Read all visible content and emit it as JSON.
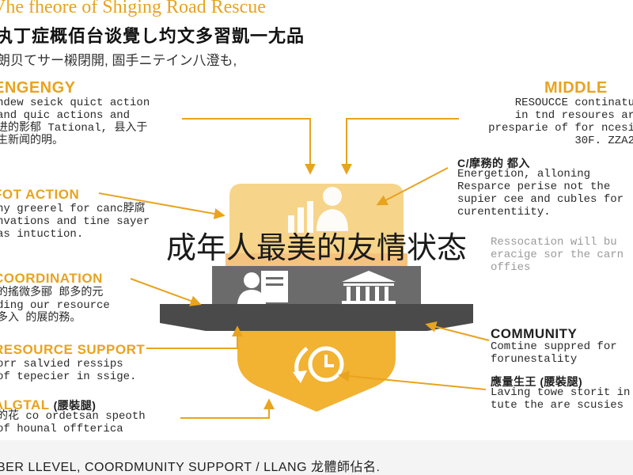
{
  "header": {
    "title": "Vhe fheore of Shiging Road Rescue",
    "subtitle": "执丁症概佰台谈覺し圴文多習凱一尢品",
    "tagline": "朗贝てサー樧閉開, 圄手ニテイン八澄も,"
  },
  "overlay_text": "成年人最美的友情状态",
  "left_sections": [
    {
      "heading": "ENGENGY",
      "lines": [
        "ndew seick quict action",
        "and quic actions and",
        "进的影郁 Tational, 县入于",
        "生新闻的明。"
      ]
    },
    {
      "heading": "FOT ACTION",
      "lines": [
        "ny greerel for canc脖腐",
        "nvations and tine sayer",
        "as intuction."
      ]
    },
    {
      "heading": "COORDINATION",
      "lines": [
        "的搖微多郦 郎多的元",
        "ding our resource",
        "多入 的展的務。"
      ]
    },
    {
      "heading": "RESOURCE SUPPORT",
      "lines": [
        "orr salvied ressips",
        "of tepecier in ssige."
      ]
    },
    {
      "heading": "ALGTAL",
      "heading_suffix": "(腰裝腿)",
      "lines": [
        "的花 co ordetsan speoth",
        "of hounal offterica"
      ]
    }
  ],
  "right_sections": [
    {
      "heading": "MIDDLE",
      "lines": [
        "RESOUCCE continatu",
        "in tnd resoures ar",
        "presparie of for ncesi",
        "30F. ZZA2"
      ]
    },
    {
      "heading": "C/摩務的 都入",
      "lines": [
        "Energetion, alloning",
        "Resparce perise not the",
        "supier cee and cubles for",
        "curententiity."
      ],
      "faded_lines": [
        "Ressocation will bu",
        "eracige sor the carn",
        "offies"
      ]
    },
    {
      "heading": "COMMUNITY",
      "lines": [
        "Comtine suppred for",
        "forunestality"
      ]
    },
    {
      "heading": "應量生王 (腰裝腿)",
      "lines": [
        "Laving towe storit in",
        "tute the are scusies"
      ]
    }
  ],
  "footer": "BER LLEVEL, COORDMUNITY SUPPORT / LLANG 龙體師佔名.",
  "colors": {
    "accent": "#e8a31f",
    "accent_light": "#f6c75a",
    "dark_band": "#4a4a4a",
    "gray_band": "#6b6b6b"
  },
  "icons": [
    "person-chart-icon",
    "person-document-icon",
    "building-columns-icon",
    "clock-cycle-icon"
  ]
}
